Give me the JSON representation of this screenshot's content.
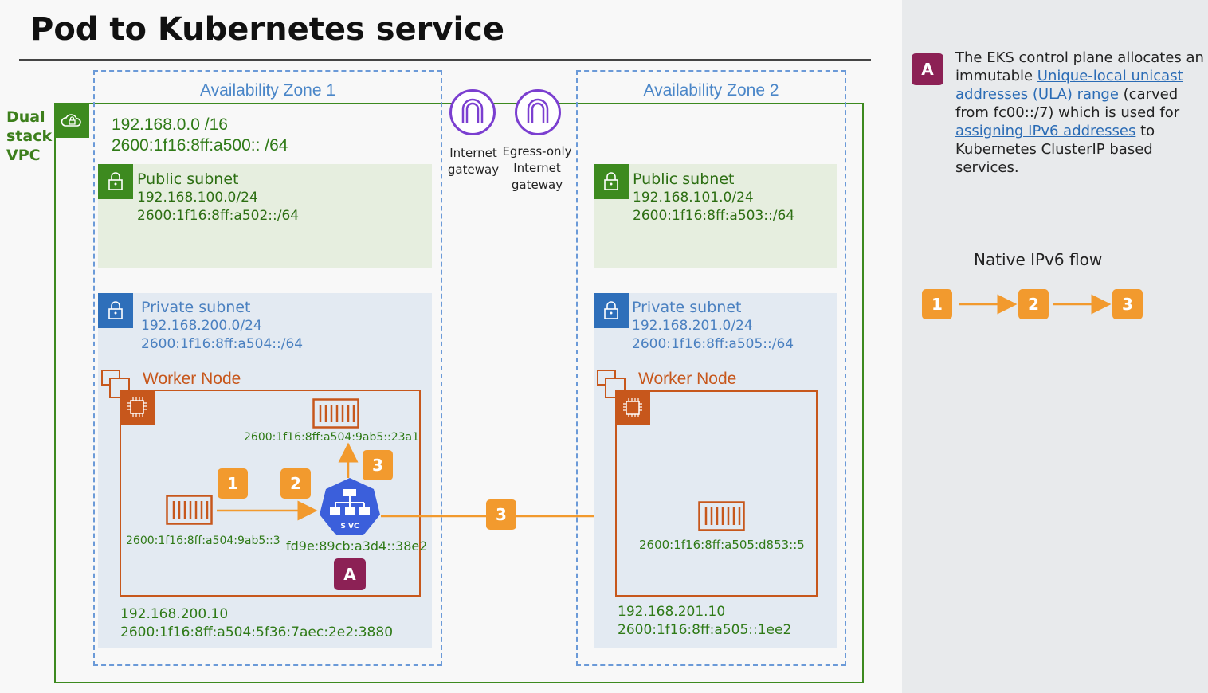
{
  "title": "Pod to Kubernetes service",
  "vpc": {
    "label_lines": [
      "Dual",
      "stack",
      "VPC"
    ],
    "cidr_v4": "192.168.0.0 /16",
    "cidr_v6": "2600:1f16:8ff:a500:: /64"
  },
  "az1": {
    "label": "Availability Zone 1",
    "public": {
      "label": "Public subnet",
      "v4": "192.168.100.0/24",
      "v6": "2600:1f16:8ff:a502::/64"
    },
    "private": {
      "label": "Private subnet",
      "v4": "192.168.200.0/24",
      "v6": "2600:1f16:8ff:a504::/64"
    },
    "worker": {
      "label": "Worker Node",
      "node_v4": "192.168.200.10",
      "node_v6": "2600:1f16:8ff:a504:5f36:7aec:2e2:3880",
      "pod_src": "2600:1f16:8ff:a504:9ab5::3",
      "pod_dst": "2600:1f16:8ff:a504:9ab5::23a1",
      "svc_label": "S VC",
      "svc_ip": "fd9e:89cb:a3d4::38e2"
    }
  },
  "az2": {
    "label": "Availability Zone 2",
    "public": {
      "label": "Public subnet",
      "v4": "192.168.101.0/24",
      "v6": "2600:1f16:8ff:a503::/64"
    },
    "private": {
      "label": "Private subnet",
      "v4": "192.168.201.0/24",
      "v6": "2600:1f16:8ff:a505::/64"
    },
    "worker": {
      "label": "Worker Node",
      "node_v4": "192.168.201.10",
      "node_v6": "2600:1f16:8ff:a505::1ee2",
      "pod_dst": "2600:1f16:8ff:a505:d853::5"
    }
  },
  "gateways": {
    "igw": [
      "Internet",
      "gateway"
    ],
    "eigw": [
      "Egress-only",
      "Internet",
      "gateway"
    ]
  },
  "badges": {
    "one": "1",
    "two": "2",
    "three": "3",
    "a": "A"
  },
  "panel": {
    "text_1": "The EKS control plane allocates an immutable ",
    "link_1": "Unique-local unicast addresses (ULA) range",
    "text_2": " (carved from fc00::/7) which is used for ",
    "link_2": "assigning IPv6 addresses",
    "text_3": " to Kubernetes ClusterIP based services.",
    "flow_title": "Native IPv6 flow"
  },
  "colors": {
    "vpc_green": "#3d8a1f",
    "orange": "#f29a2e",
    "worker": "#c7571c",
    "purple": "#8c2155",
    "gateway": "#7b3fd0",
    "svc": "#3b5fdb"
  }
}
